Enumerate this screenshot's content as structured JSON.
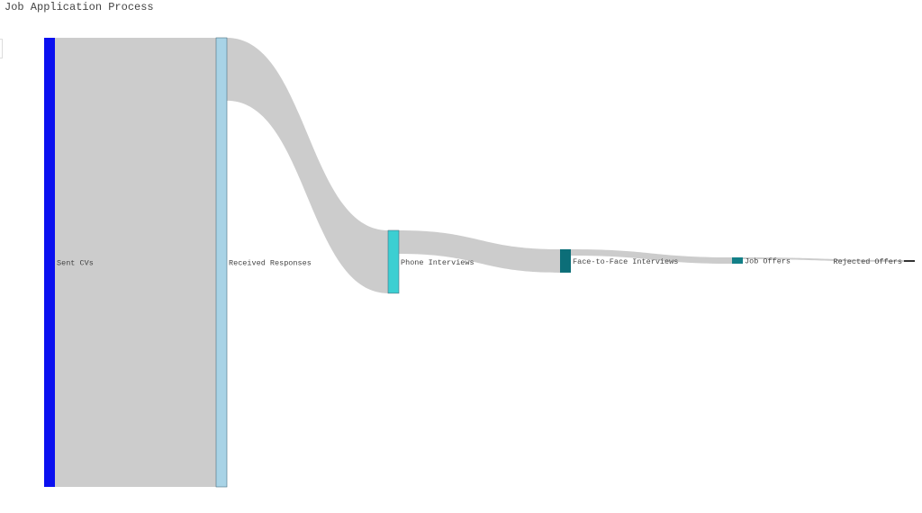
{
  "title": "Job Application Process",
  "chart_data": {
    "type": "sankey",
    "title": "Job Application Process",
    "nodes": [
      {
        "id": "sent",
        "label": "Sent CVs",
        "color": "#0a10f0"
      },
      {
        "id": "received",
        "label": "Received Responses",
        "color": "#a8d3e6"
      },
      {
        "id": "phone",
        "label": "Phone Interviews",
        "color": "#3ccfd2"
      },
      {
        "id": "f2f",
        "label": "Face-to-Face Interviews",
        "color": "#0c6e78"
      },
      {
        "id": "offers",
        "label": "Job Offers",
        "color": "#127f87"
      },
      {
        "id": "rejected",
        "label": "Rejected Offers",
        "color": "#333333"
      }
    ],
    "links": [
      {
        "source": "sent",
        "target": "received",
        "value": 500
      },
      {
        "source": "received",
        "target": "phone",
        "value": 70
      },
      {
        "source": "phone",
        "target": "f2f",
        "value": 26
      },
      {
        "source": "f2f",
        "target": "offers",
        "value": 7
      },
      {
        "source": "offers",
        "target": "rejected",
        "value": 2
      }
    ],
    "link_color": "#cccccc"
  }
}
